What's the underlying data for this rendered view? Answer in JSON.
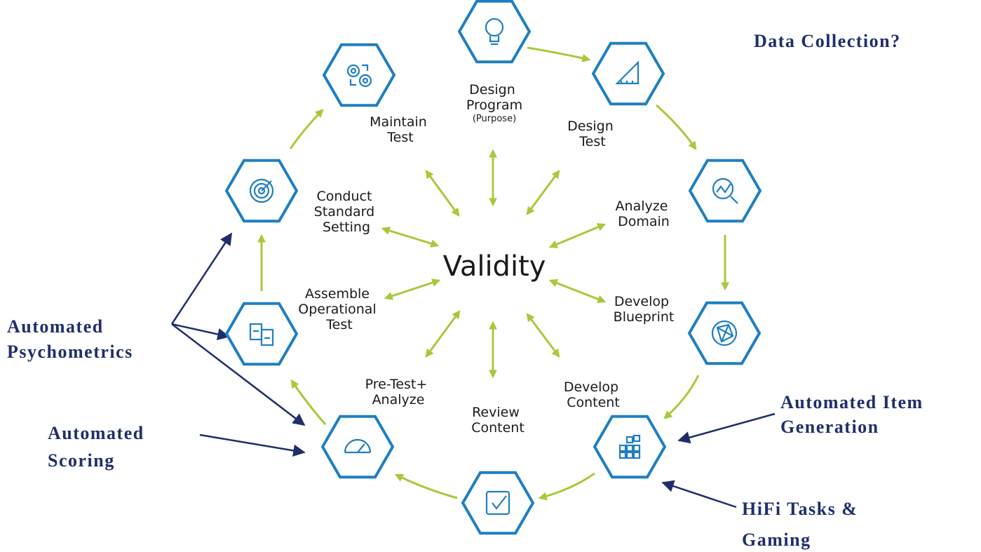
{
  "center_label": "Validity",
  "steps": {
    "design_program": {
      "lines": [
        "Design",
        "Program"
      ],
      "sub": "(Purpose)",
      "icon": "lightbulb-icon"
    },
    "design_test": {
      "lines": [
        "Design",
        "Test"
      ],
      "icon": "ruler-triangle-icon"
    },
    "analyze_domain": {
      "lines": [
        "Analyze",
        "Domain"
      ],
      "icon": "magnify-chart-icon"
    },
    "develop_blueprint": {
      "lines": [
        "Develop",
        "Blueprint"
      ],
      "icon": "network-globe-icon"
    },
    "develop_content": {
      "lines": [
        "Develop",
        "Content"
      ],
      "icon": "blocks-icon"
    },
    "review_content": {
      "lines": [
        "Review",
        "Content"
      ],
      "icon": "checkbox-icon"
    },
    "pretest_analyze": {
      "lines": [
        "Pre-Test+",
        "Analyze"
      ],
      "icon": "gauge-icon"
    },
    "assemble_test": {
      "lines": [
        "Assemble",
        "Operational",
        "Test"
      ],
      "icon": "documents-swap-icon"
    },
    "standard_setting": {
      "lines": [
        "Conduct",
        "Standard",
        "Setting"
      ],
      "icon": "target-icon"
    },
    "maintain_test": {
      "lines": [
        "Maintain",
        "Test"
      ],
      "icon": "gears-icon"
    }
  },
  "annotations": {
    "data_collection": "Data Collection?",
    "automated_psychometrics": [
      "Automated",
      "Psychometrics"
    ],
    "automated_scoring": [
      "Automated",
      "Scoring"
    ],
    "automated_item_generation": [
      "Automated Item",
      "Generation"
    ],
    "hifi_tasks": [
      "HiFi Tasks &",
      "Gaming"
    ]
  },
  "colors": {
    "hex_stroke": "#1e7fc1",
    "hex_fill": "#ffffff",
    "cycle_arrow": "#a8c93a",
    "annotation_text": "#1f2e6b",
    "annotation_arrow": "#1f2e6b",
    "label_text": "#1a1a1a"
  }
}
